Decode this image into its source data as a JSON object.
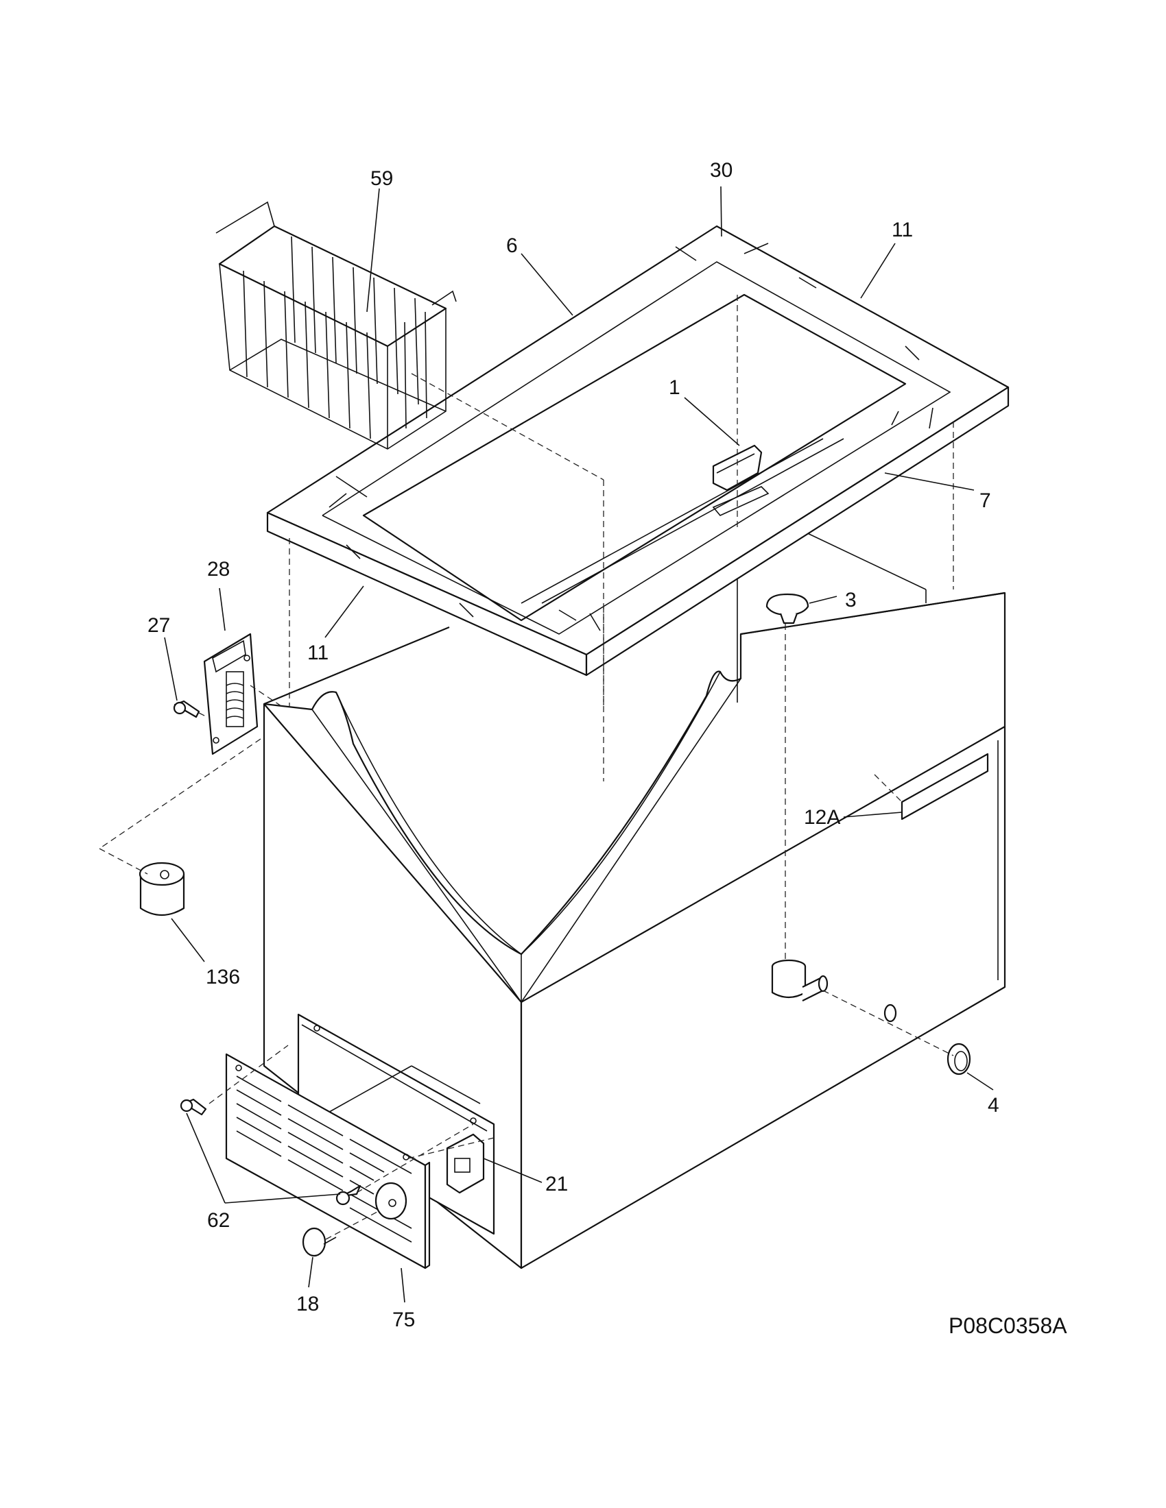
{
  "callouts": {
    "c59": "59",
    "c30": "30",
    "c6": "6",
    "c11_top": "11",
    "c1": "1",
    "c7": "7",
    "c28": "28",
    "c27": "27",
    "c3": "3",
    "c11_bottom": "11",
    "c12A": "12A",
    "c136": "136",
    "c4": "4",
    "c21": "21",
    "c62": "62",
    "c18": "18",
    "c75": "75"
  },
  "drawing_code": "P08C0358A"
}
